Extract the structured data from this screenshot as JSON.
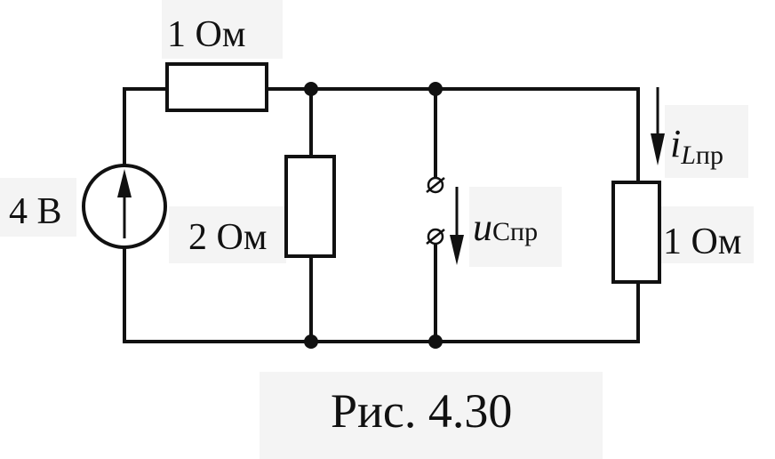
{
  "labels": {
    "r_top": "1 Ом",
    "r_middle": "2 Ом",
    "r_right": "1 Ом",
    "source": "4 В",
    "capacitor_voltage_main": "u",
    "capacitor_voltage_sub": "Cпр",
    "inductor_current_main": "i",
    "inductor_current_sub_italic": "L",
    "inductor_current_sub": "пр"
  },
  "caption": "Рис. 4.30",
  "colors": {
    "line": "#111111",
    "background": "#ffffff",
    "label_backdrop": "#f4f4f4"
  }
}
